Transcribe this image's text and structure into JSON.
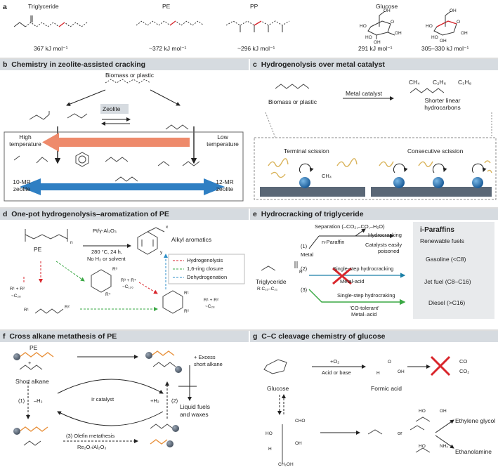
{
  "panel_a": {
    "letter": "a",
    "molecules": [
      {
        "name": "Triglyceride",
        "energy": "367 kJ mol⁻¹"
      },
      {
        "name": "PE",
        "energy": "~372 kJ mol⁻¹"
      },
      {
        "name": "PP",
        "energy": "~296 kJ mol⁻¹"
      },
      {
        "name": "Glucose",
        "energy": "291 kJ mol⁻¹"
      },
      {
        "name": "",
        "energy": "305–330 kJ mol⁻¹"
      }
    ],
    "glucose_labels": [
      "OH",
      "HO",
      "HO",
      "OH",
      "OH",
      "O"
    ]
  },
  "panel_b": {
    "letter": "b",
    "title": "Chemistry in zeolite-assisted cracking",
    "feed": "Biomass or plastic",
    "catalyst": "Zeolite",
    "high_temp": "High temperature",
    "low_temp": "Low temperature",
    "left_zeolite": "10-MR zeolite",
    "right_zeolite": "12-MR zeolite"
  },
  "panel_c": {
    "letter": "c",
    "title": "Hydrogenolysis over metal catalyst",
    "feed": "Biomass or plastic",
    "catalyst": "Metal catalyst",
    "products_gas": [
      "CH₄",
      "C₂H₆",
      "C₃H₈"
    ],
    "products": "Shorter linear hydrocarbons",
    "terminal": "Terminal scission",
    "consecutive": "Consecutive scission",
    "methane": "CH₄"
  },
  "panel_d": {
    "letter": "d",
    "title": "One-pot hydrogenolysis–aromatization of PE",
    "pe": "PE",
    "n_sub": "n",
    "conditions": [
      "Pt/γ-Al₂O₃",
      "280 °C, 24 h,",
      "No H₂ or solvent"
    ],
    "product": "Alkyl aromatics",
    "x_sub": "x",
    "y_sub": "y",
    "legend": [
      "Hydrogenolysis",
      "1,6-ring closure",
      "Dehydrogenation"
    ],
    "legend_colors": [
      "#d9262c",
      "#3aa844",
      "#2f8fc8"
    ],
    "r3": "R³",
    "r4": "R⁴",
    "r3r4": "R³ + R⁴",
    "c126": "~C₁₂₆",
    "r1r2_left": "R¹ + R²",
    "c28_left": "~C₂₈",
    "r1": "R¹",
    "r2": "R²",
    "r1_ring": "R¹",
    "r2_ring": "R²",
    "r1r2_right": "R¹ + R²",
    "c28_right": "~C₂₈"
  },
  "panel_e": {
    "letter": "e",
    "title": "Hydrocracking of triglyceride",
    "separation": "Separation (–CO₂,–CO,–H₂O)",
    "hydrocracking": "Hydrocracking",
    "n_paraffin": "n-Paraffin",
    "poisoned": [
      "Catalysts easily",
      "poisoned"
    ],
    "route1": "(1)",
    "metal": "Metal",
    "route2": "(2)",
    "single_step": "Single-step hydrocracking",
    "metal_acid": "Metal-acid",
    "route3": "(3)",
    "single_step3": "Single-step hydrocraking",
    "co_tolerant": "'CO-tolerant'",
    "metal_acid3": "Metal–acid",
    "feed": "Triglyceride",
    "feed_sub": "R:C₁₅–C₂₁",
    "r_label": "R",
    "products_title": "i-Paraffins",
    "products": [
      "Renewable fuels",
      "Gasoline (<C8)",
      "Jet fuel (C8–C16)",
      "Diesel (>C16)"
    ]
  },
  "panel_f": {
    "letter": "f",
    "title": "Cross alkane metathesis of PE",
    "pe": "PE",
    "short_alkane": "Short alkane",
    "excess": [
      "+ Excess",
      "short alkane"
    ],
    "fuels": [
      "Liquid fuels",
      "and waxes"
    ],
    "catalyst": "Ir catalyst",
    "step1": "(1)",
    "minus_h2": "–H₂",
    "step2": "(2)",
    "plus_h2": "+H₂",
    "step3": "(3) Olefin metathesis",
    "step3_cat": "Re₂O₇/Al₂O₃",
    "plus": "+"
  },
  "panel_g": {
    "letter": "g",
    "title": "C–C cleavage chemistry of glucose",
    "glucose": "Glucose",
    "o2": "+O₂",
    "acid_base": "Acid or base",
    "formic": "Formic acid",
    "co": "CO",
    "co2": "CO₂",
    "or": "or",
    "eg": "Ethylene glycol",
    "ea": "Ethanolamine",
    "cho": "CHO",
    "ch2oh": "CH₂OH",
    "ho": "HO",
    "oh": "OH",
    "h": "H",
    "nh2": "NH₂",
    "o": "O"
  }
}
